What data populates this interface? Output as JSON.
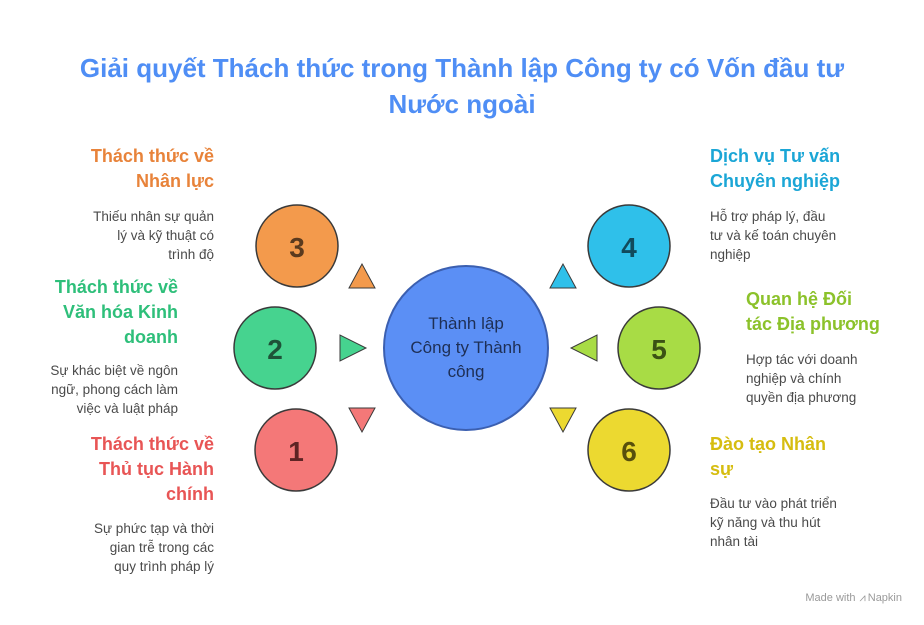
{
  "title": {
    "line1": "Giải quyết Thách thức trong Thành lập Công ty có Vốn đầu tư",
    "line2": "Nước ngoài"
  },
  "center": {
    "line1": "Thành lập",
    "line2": "Công ty Thành",
    "line3": "công"
  },
  "nodes": [
    {
      "number": "3",
      "color": "#f39a4c"
    },
    {
      "number": "2",
      "color": "#46d38f"
    },
    {
      "number": "1",
      "color": "#f47878"
    },
    {
      "number": "4",
      "color": "#2fc0ea"
    },
    {
      "number": "5",
      "color": "#a8dc45"
    },
    {
      "number": "6",
      "color": "#ecd930"
    }
  ],
  "items": {
    "hr": {
      "title": [
        "Thách thức về",
        "Nhân lực"
      ],
      "desc": [
        "Thiếu nhân sự quản",
        "lý và kỹ thuật có",
        "trình độ"
      ],
      "color": "#e8833a"
    },
    "culture": {
      "title": [
        "Thách thức về",
        "Văn hóa Kinh",
        "doanh"
      ],
      "desc": [
        "Sự khác biệt về ngôn",
        "ngữ, phong cách làm",
        "việc và luật pháp"
      ],
      "color": "#2ebf7a"
    },
    "admin": {
      "title": [
        "Thách thức về",
        "Thủ tục Hành",
        "chính"
      ],
      "desc": [
        "Sự phức tạp và thời",
        "gian trễ trong các",
        "quy trình pháp lý"
      ],
      "color": "#e85555"
    },
    "consult": {
      "title": [
        "Dịch vụ Tư vấn",
        "Chuyên nghiệp"
      ],
      "desc": [
        "Hỗ trợ pháp lý, đầu",
        "tư và kế toán chuyên",
        "nghiệp"
      ],
      "color": "#1ba6d6"
    },
    "partner": {
      "title": [
        "Quan hệ Đối",
        "tác Địa phương"
      ],
      "desc": [
        "Hợp tác với doanh",
        "nghiệp và chính",
        "quyền địa phương"
      ],
      "color": "#8cc22b"
    },
    "training": {
      "title": [
        "Đào tạo Nhân",
        "sự"
      ],
      "desc": [
        "Đầu tư vào phát triển",
        "kỹ năng và thu hút",
        "nhân tài"
      ],
      "color": "#d6bd10"
    }
  },
  "colors": {
    "title": "#4f8ef5",
    "center_fill": "#5b8ff5",
    "center_stroke": "#3b5fb0"
  },
  "footer": {
    "made_with": "Made with",
    "brand": "Napkin"
  }
}
